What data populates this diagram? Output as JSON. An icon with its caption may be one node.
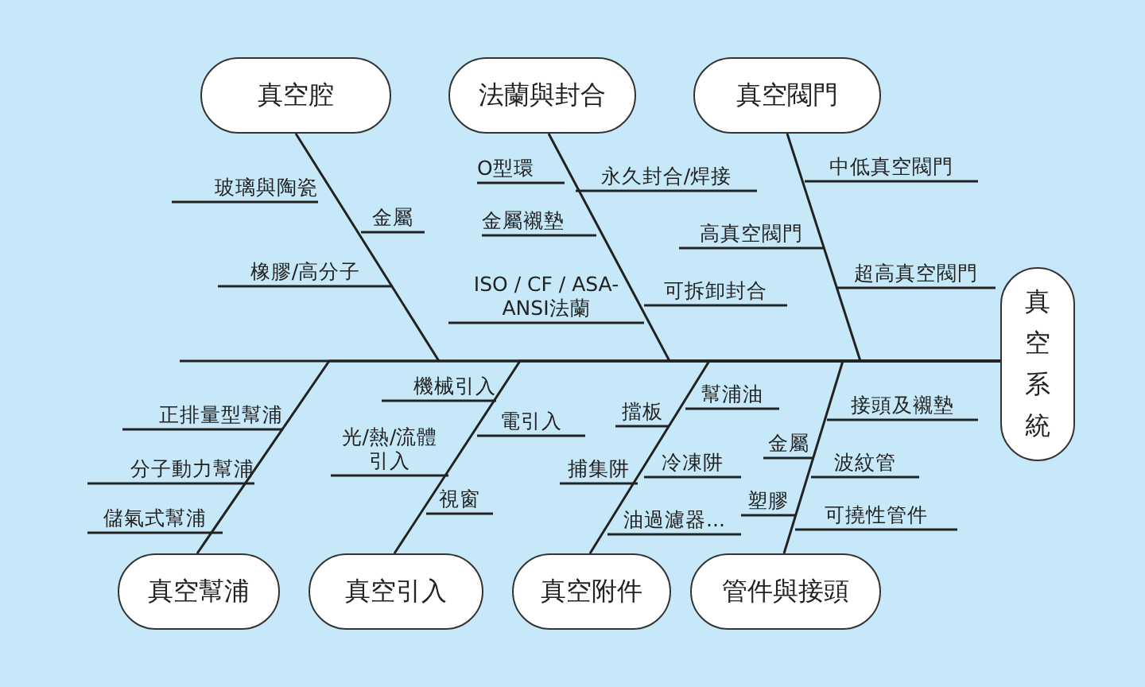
{
  "diagram": {
    "nodes": [
      {
        "text": [
          "真空腔"
        ]
      },
      {
        "text": [
          "法蘭與封合"
        ]
      },
      {
        "text": [
          "真空閥門"
        ]
      },
      {
        "text": [
          "真空系統"
        ]
      },
      {
        "text": [
          "真空幫浦"
        ]
      },
      {
        "text": [
          "真空引入"
        ]
      },
      {
        "text": [
          "真空附件"
        ]
      },
      {
        "text": [
          "管件與接頭"
        ]
      }
    ],
    "edges": [
      {
        "from": 0,
        "to": 3,
        "arrow": "none"
      },
      {
        "from": 1,
        "to": 3,
        "arrow": "none"
      },
      {
        "from": 2,
        "to": 3,
        "arrow": "none"
      },
      {
        "from": 4,
        "to": 3,
        "arrow": "none"
      },
      {
        "from": 5,
        "to": 3,
        "arrow": "none"
      },
      {
        "from": 6,
        "to": 3,
        "arrow": "none"
      },
      {
        "from": 7,
        "to": 3,
        "arrow": "none"
      }
    ],
    "labels": [
      "玻璃與陶瓷",
      "金屬",
      "橡膠/高分子",
      "O型環",
      "永久封合/焊接",
      "金屬襯墊",
      "ISO / CF / ASA-ANSI法蘭",
      "可拆卸封合",
      "中低真空閥門",
      "高真空閥門",
      "超高真空閥門",
      "正排量型幫浦",
      "分子動力幫浦",
      "儲氣式幫浦",
      "機械引入",
      "光/熱/流體引入",
      "電引入",
      "視窗",
      "幫浦油",
      "擋板",
      "捕集阱",
      "冷凍阱",
      "油過濾器...",
      "接頭及襯墊",
      "金屬",
      "波紋管",
      "塑膠",
      "可撓性管件"
    ]
  }
}
